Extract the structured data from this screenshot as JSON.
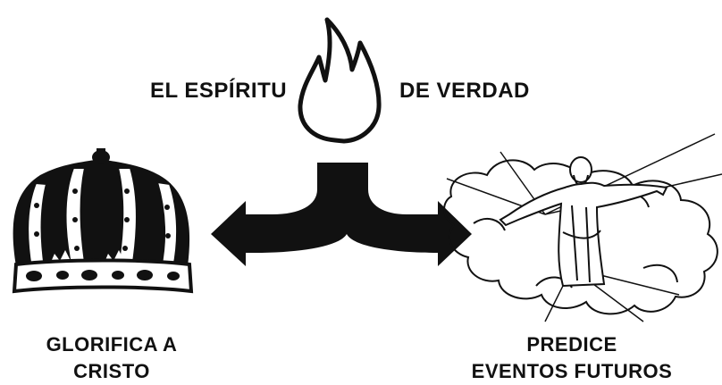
{
  "title_left": "EL ESPÍRITU",
  "title_right": "DE VERDAD",
  "caption_left": [
    "GLORIFICA A",
    "CRISTO"
  ],
  "caption_right": [
    "PREDICE",
    "EVENTOS FUTUROS"
  ],
  "icons": [
    "flame-icon",
    "crown-icon",
    "double-arrow-icon",
    "christ-in-clouds-icon"
  ],
  "colors": {
    "ink": "#111111",
    "background": "#ffffff"
  }
}
